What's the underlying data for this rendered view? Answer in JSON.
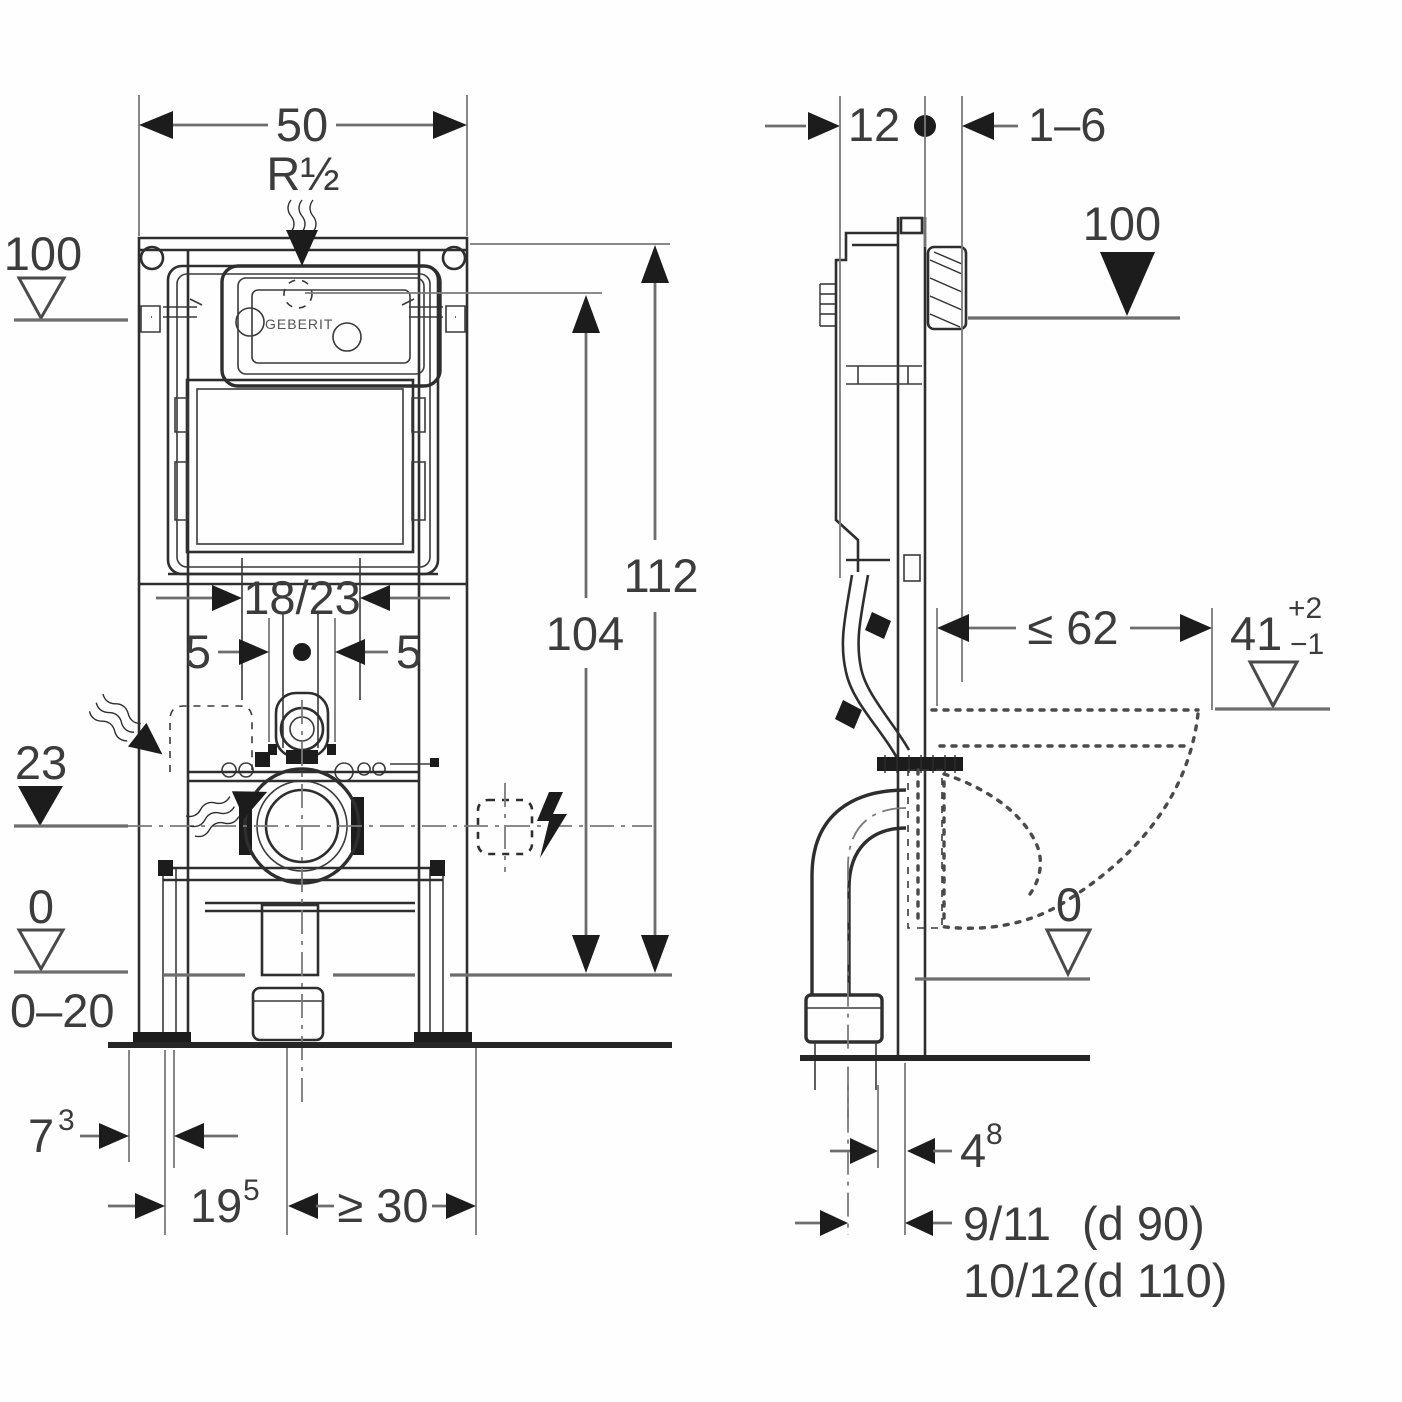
{
  "front_view": {
    "width_dim": "50",
    "supply_label": "R½",
    "level_top": "100",
    "height_total": "112",
    "height_plate": "104",
    "plate_dim": "18/23",
    "offset_left": "5",
    "offset_right": "5",
    "level_outlet": "23",
    "level_floor": "0",
    "screed_range": "0–20",
    "foot_dim": {
      "base": "7",
      "sup": "3"
    },
    "outlet_offset": {
      "base": "19",
      "sup": "5"
    },
    "front_clearance": "≥ 30",
    "brand": "GEBERIT"
  },
  "side_view": {
    "frame_depth": "12",
    "wall_thickness": "1–6",
    "level_top": "100",
    "bowl_length": "≤ 62",
    "seat_height": {
      "base": "41",
      "tol_plus": "+2",
      "tol_minus": "−1"
    },
    "level_floor": "0",
    "pipe_offset": {
      "base": "4",
      "sup": "8"
    },
    "outlet_line1": {
      "dim": "9/11",
      "pipe": "(d 90)"
    },
    "outlet_line2": {
      "dim": "10/12",
      "pipe": "(d 110)"
    }
  }
}
